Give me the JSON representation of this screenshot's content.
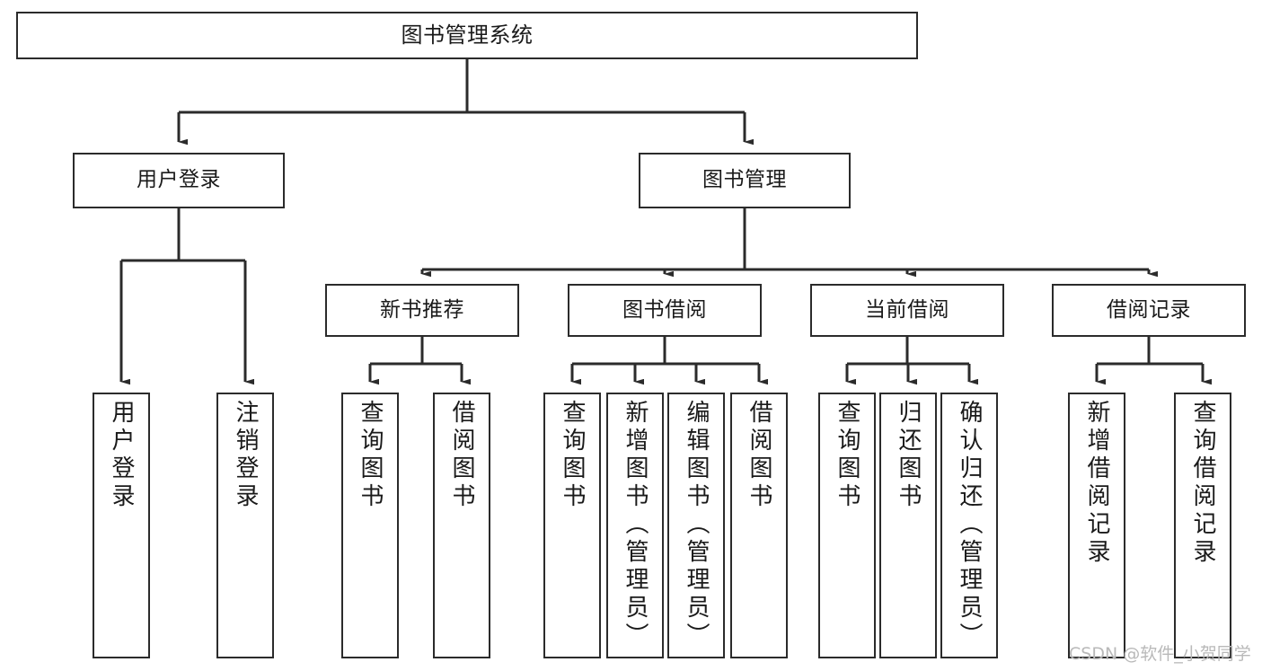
{
  "diagram": {
    "title": "图书管理系统",
    "watermark": "CSDN @软件_小贺同学",
    "stroke_color": "#2b2b2b",
    "fill_color": "#ffffff",
    "root": {
      "label": "图书管理系统"
    },
    "level2": [
      {
        "label": "用户登录"
      },
      {
        "label": "图书管理"
      }
    ],
    "level3": [
      {
        "label": "新书推荐"
      },
      {
        "label": "图书借阅"
      },
      {
        "label": "当前借阅"
      },
      {
        "label": "借阅记录"
      }
    ],
    "leaves": {
      "user_login": [
        {
          "label": "用户登录"
        },
        {
          "label": "注销登录"
        }
      ],
      "new_book_recommend": [
        {
          "label": "查询图书"
        },
        {
          "label": "借阅图书"
        }
      ],
      "book_borrow": [
        {
          "label": "查询图书"
        },
        {
          "label": "新增图书（管理员）"
        },
        {
          "label": "编辑图书（管理员）"
        },
        {
          "label": "借阅图书"
        }
      ],
      "current_borrow": [
        {
          "label": "查询图书"
        },
        {
          "label": "归还图书"
        },
        {
          "label": "确认归还（管理员）"
        }
      ],
      "borrow_record": [
        {
          "label": "新增借阅记录"
        },
        {
          "label": "查询借阅记录"
        }
      ]
    }
  }
}
